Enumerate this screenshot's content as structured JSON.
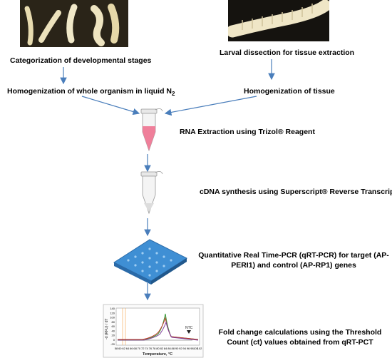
{
  "steps": {
    "categorization": "Categorization of developmental stages",
    "homogenize_whole_prefix": "Homogenization of whole organism in liquid N",
    "homogenize_whole_sub": "2",
    "dissection": "Larval dissection for tissue extraction",
    "homogenize_tissue": "Homogenization of tissue",
    "rna_extraction": "RNA Extraction using Trizol® Reagent",
    "cdna": "cDNA synthesis using Superscript® Reverse Transcriptase",
    "qrtpcr": "Quantitative Real Time-PCR (qRT-PCR) for target (AP-PERI1) and control (AP-RP1) genes",
    "fold_change": "Fold change calculations using the Threshold Count (ct) values obtained from qRT-PCT"
  },
  "melt_chart": {
    "ylabel": "-d (RFU) / dT",
    "xlabel": "Temperature, °C",
    "ntc_label": "NTC",
    "x_ticks": [
      "58",
      "60",
      "62",
      "64",
      "66",
      "68",
      "70",
      "72",
      "74",
      "76",
      "78",
      "80",
      "82",
      "84",
      "86",
      "88",
      "90",
      "92",
      "94",
      "96",
      "98",
      "100",
      "102"
    ],
    "y_ticks": [
      "140",
      "120",
      "100",
      "80",
      "60",
      "40",
      "20",
      "0",
      "-20"
    ]
  },
  "colors": {
    "arrow": "#4a7ebb",
    "tube_fill": "#ef7f9a",
    "plate": "#3f8fd4"
  }
}
